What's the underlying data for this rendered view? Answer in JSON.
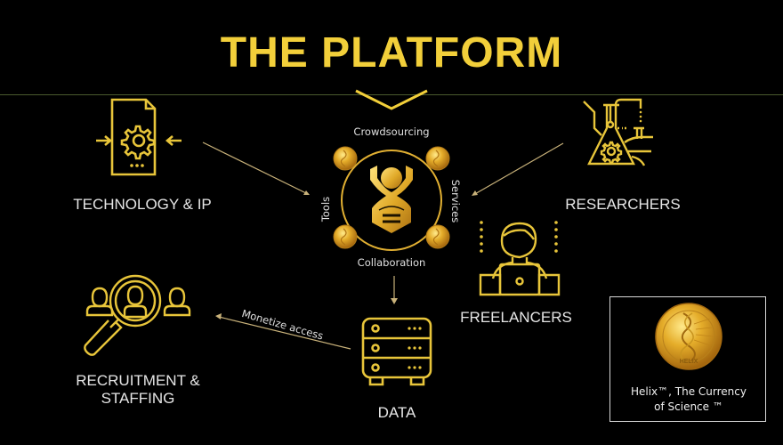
{
  "title": "THE PLATFORM",
  "colors": {
    "gold": "#f2cf3a",
    "icon_gold": "#e8c53a",
    "line": "#c9b27a",
    "background": "#000000"
  },
  "center": {
    "top_label": "Crowdsourcing",
    "bottom_label": "Collaboration",
    "left_label": "Tools",
    "right_label": "Services",
    "logo_icon": "platform-logo-icon",
    "coin_icon": "helix-coin-icon"
  },
  "nodes": {
    "technology": {
      "label": "TECHNOLOGY & IP",
      "icon": "document-gear-icon"
    },
    "researchers": {
      "label": "RESEARCHERS",
      "icon": "flask-gear-icon"
    },
    "freelancers": {
      "label": "FREELANCERS",
      "icon": "person-laptop-icon"
    },
    "recruitment": {
      "label_line1": "RECRUITMENT &",
      "label_line2": "STAFFING",
      "icon": "magnifier-people-icon"
    },
    "data": {
      "label": "DATA",
      "icon": "server-icon"
    }
  },
  "edges": {
    "monetize_label": "Monetize access"
  },
  "helix": {
    "caption_line1": "Helix™, The Currency",
    "caption_line2": "of Science ™",
    "coin_text": "HELIX"
  }
}
